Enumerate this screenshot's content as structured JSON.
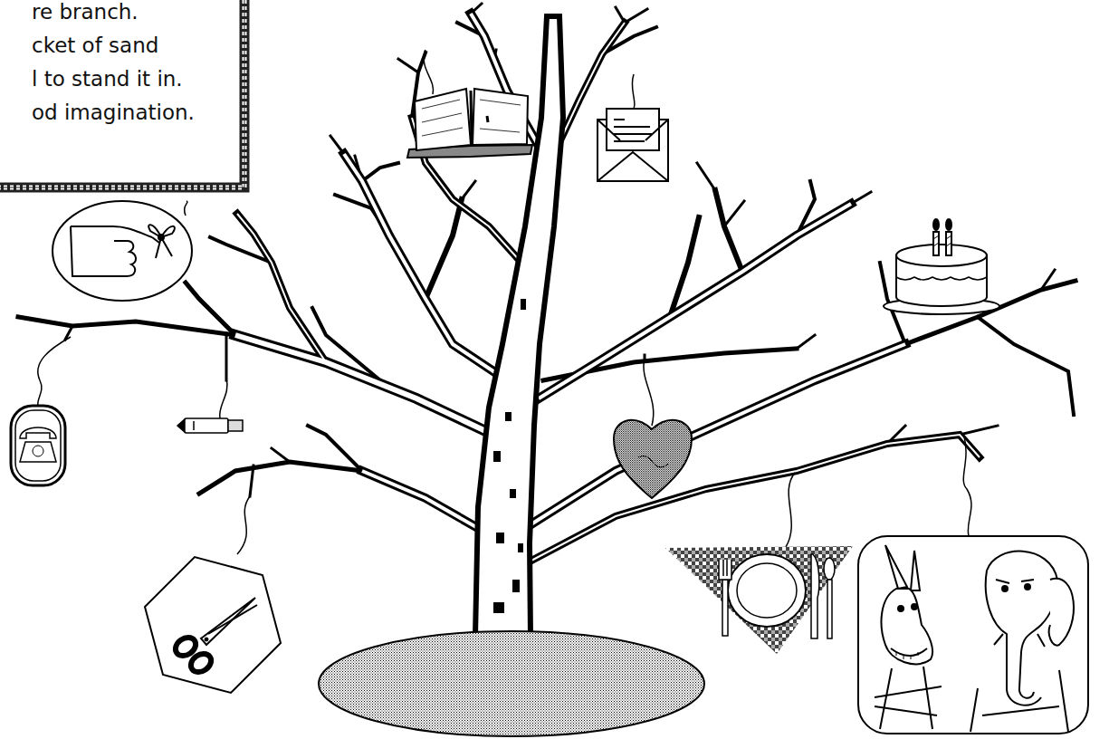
{
  "diagram": {
    "nodes": [
      {
        "text": [
          "re branch.",
          "cket of sand",
          "l to stand it in.",
          "od imagination."
        ]
      }
    ]
  }
}
